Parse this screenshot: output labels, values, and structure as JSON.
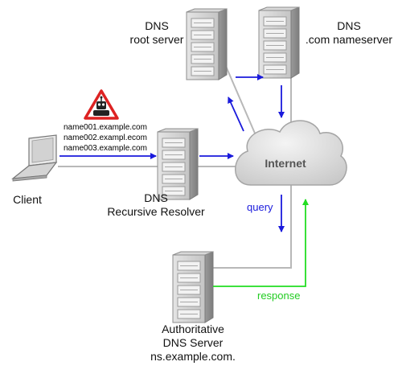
{
  "colors": {
    "query_arrow": "#1a1adc",
    "response_arrow": "#22dd22",
    "link": "#b8b8b8",
    "warning": "#dd2222"
  },
  "nodes": {
    "root_server": {
      "line1": "DNS",
      "line2": "root server",
      "icon": "server-icon"
    },
    "com_nameserver": {
      "line1": "DNS",
      "line2": ".com nameserver",
      "icon": "server-icon"
    },
    "client": {
      "label": "Client",
      "icon": "laptop-icon"
    },
    "resolver": {
      "line1": "DNS",
      "line2": "Recursive Resolver",
      "icon": "server-icon"
    },
    "internet": {
      "label": "Internet",
      "icon": "cloud-icon"
    },
    "authoritative": {
      "line1": "Authoritative",
      "line2": "DNS Server",
      "line3": "ns.example.com.",
      "icon": "server-icon"
    }
  },
  "attack": {
    "icon": "robot-warning-icon",
    "queried_names": [
      "name001.example.com",
      "name002.exampl.ecom",
      "name003.example.com"
    ]
  },
  "edges": {
    "query_label": "query",
    "response_label": "response"
  }
}
